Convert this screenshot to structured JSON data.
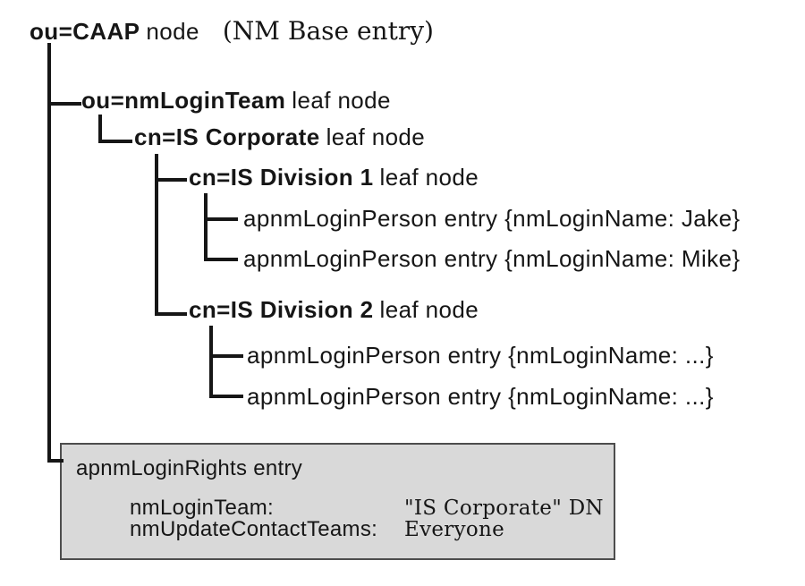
{
  "colors": {
    "line": "#161616",
    "text": "#161616",
    "box_fill": "#d9d9d9",
    "box_border": "#4d4d4d"
  },
  "root": {
    "name": "ou=CAAP",
    "suffix": "node",
    "annotation": "(NM Base entry)"
  },
  "nodes": [
    {
      "name": "ou=nmLoginTeam",
      "suffix": "leaf node"
    },
    {
      "name": "cn=IS Corporate",
      "suffix": "leaf node"
    },
    {
      "name": "cn=IS Division 1",
      "suffix": "leaf node"
    },
    {
      "name": "cn=IS Division 2",
      "suffix": "leaf node"
    }
  ],
  "person_entries": [
    {
      "label": "apnmLoginPerson entry {nmLoginName: Jake}"
    },
    {
      "label": "apnmLoginPerson entry {nmLoginName: Mike}"
    },
    {
      "label": "apnmLoginPerson entry {nmLoginName: ...}"
    },
    {
      "label": "apnmLoginPerson entry {nmLoginName: ...}"
    }
  ],
  "rights_box": {
    "title": "apnmLoginRights entry",
    "attributes": [
      {
        "name": "nmLoginTeam:",
        "value": "\"IS Corporate\" DN"
      },
      {
        "name": "nmUpdateContactTeams:",
        "value": "Everyone"
      }
    ]
  }
}
